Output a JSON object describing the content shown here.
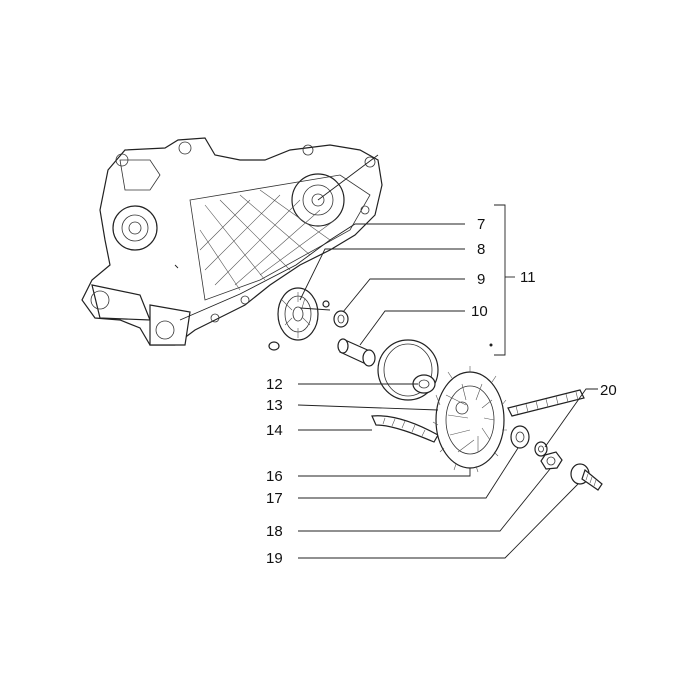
{
  "diagram": {
    "callouts": [
      {
        "id": "7",
        "label": "7"
      },
      {
        "id": "8",
        "label": "8"
      },
      {
        "id": "9",
        "label": "9"
      },
      {
        "id": "10",
        "label": "10"
      },
      {
        "id": "11",
        "label": "11"
      },
      {
        "id": "12",
        "label": "12"
      },
      {
        "id": "13",
        "label": "13"
      },
      {
        "id": "14",
        "label": "14"
      },
      {
        "id": "16",
        "label": "16"
      },
      {
        "id": "17",
        "label": "17"
      },
      {
        "id": "18",
        "label": "18"
      },
      {
        "id": "19",
        "label": "19"
      },
      {
        "id": "20",
        "label": "20"
      }
    ]
  }
}
